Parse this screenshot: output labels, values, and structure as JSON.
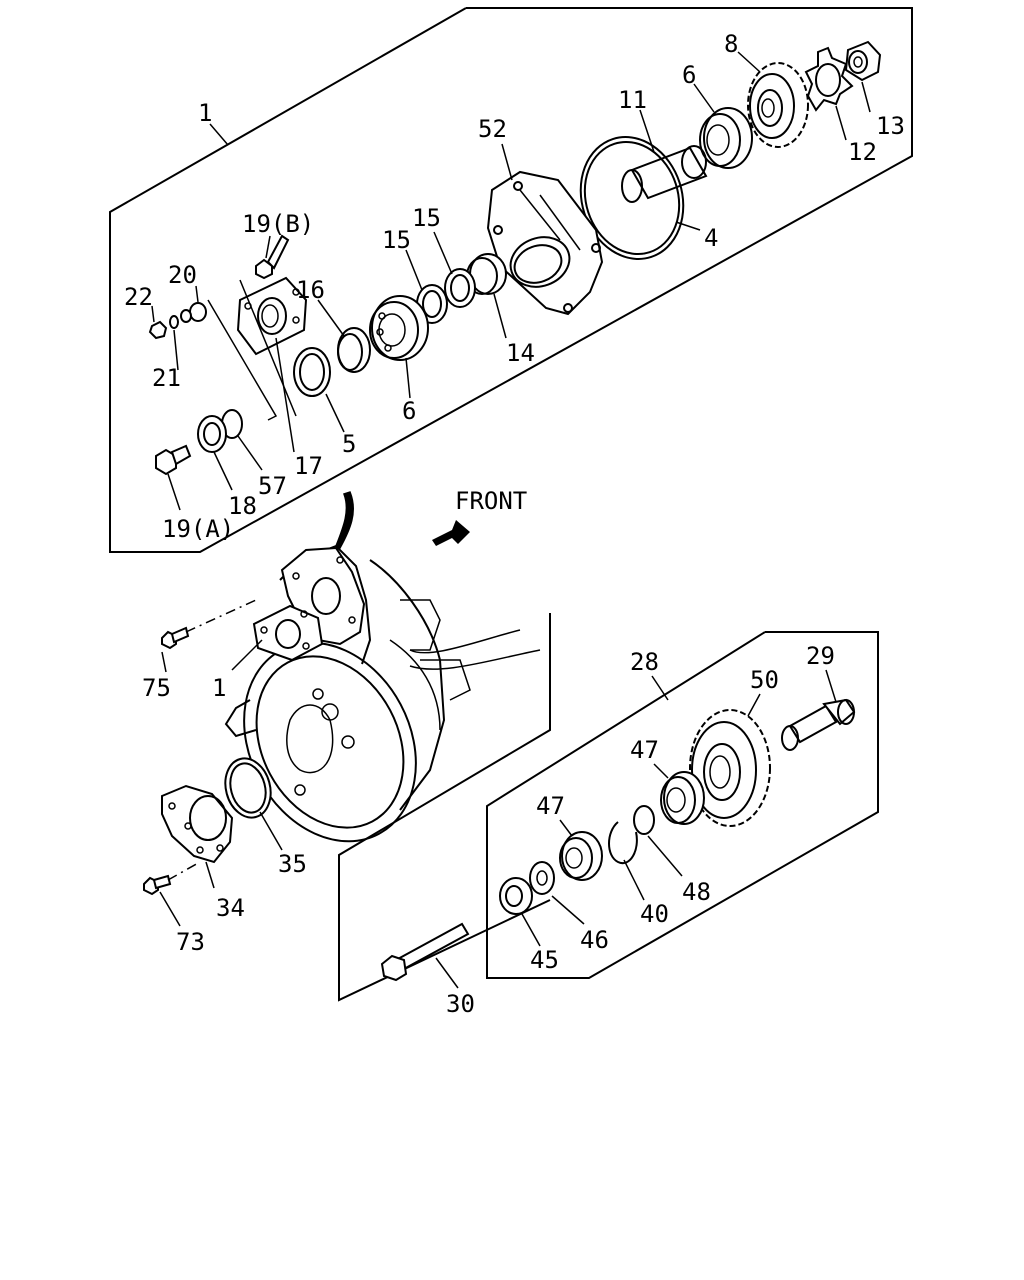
{
  "front_label": "FRONT",
  "callouts": [
    {
      "id": "c1a",
      "text": "1"
    },
    {
      "id": "c8",
      "text": "8"
    },
    {
      "id": "c6a",
      "text": "6"
    },
    {
      "id": "c11",
      "text": "11"
    },
    {
      "id": "c52",
      "text": "52"
    },
    {
      "id": "c13",
      "text": "13"
    },
    {
      "id": "c12",
      "text": "12"
    },
    {
      "id": "c4",
      "text": "4"
    },
    {
      "id": "c19b",
      "text": "19(B)"
    },
    {
      "id": "c15a",
      "text": "15"
    },
    {
      "id": "c15b",
      "text": "15"
    },
    {
      "id": "c20",
      "text": "20"
    },
    {
      "id": "c22",
      "text": "22"
    },
    {
      "id": "c16",
      "text": "16"
    },
    {
      "id": "c21",
      "text": "21"
    },
    {
      "id": "c14",
      "text": "14"
    },
    {
      "id": "c6b",
      "text": "6"
    },
    {
      "id": "c5",
      "text": "5"
    },
    {
      "id": "c17",
      "text": "17"
    },
    {
      "id": "c57",
      "text": "57"
    },
    {
      "id": "c18",
      "text": "18"
    },
    {
      "id": "c19a",
      "text": "19(A)"
    },
    {
      "id": "c75",
      "text": "75"
    },
    {
      "id": "c1b",
      "text": "1"
    },
    {
      "id": "c28",
      "text": "28"
    },
    {
      "id": "c29",
      "text": "29"
    },
    {
      "id": "c50",
      "text": "50"
    },
    {
      "id": "c47a",
      "text": "47"
    },
    {
      "id": "c47b",
      "text": "47"
    },
    {
      "id": "c35",
      "text": "35"
    },
    {
      "id": "c34",
      "text": "34"
    },
    {
      "id": "c73",
      "text": "73"
    },
    {
      "id": "c48",
      "text": "48"
    },
    {
      "id": "c40",
      "text": "40"
    },
    {
      "id": "c46",
      "text": "46"
    },
    {
      "id": "c45",
      "text": "45"
    },
    {
      "id": "c30",
      "text": "30"
    }
  ]
}
